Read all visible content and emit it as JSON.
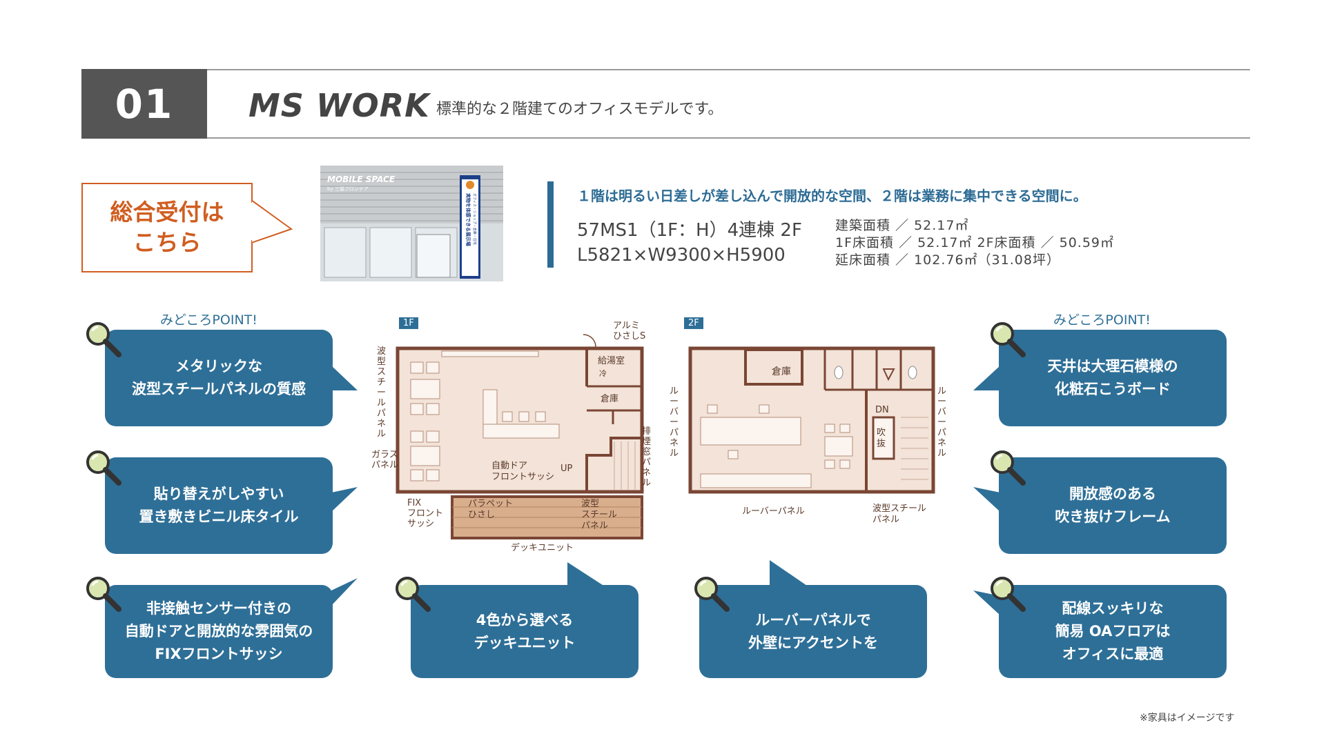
{
  "header": {
    "number": "01",
    "model_name": "MS WORK",
    "description": "標準的な２階建てのオフィスモデルです。"
  },
  "reception": {
    "line1": "総合受付は",
    "line2": "こちら",
    "color": "#d05d20"
  },
  "photo": {
    "sign_text": "MOBILE SPACE",
    "sign_sub": "by 三協フロンテア",
    "banner_text": "実物を体感できる展示場",
    "banner_sub": "オフィス・ショップ・倉庫・住宅"
  },
  "spec": {
    "lead": "１階は明るい日差しが差し込んで開放的な空間、２階は業務に集中できる空間に。",
    "model_line1": "57MS1（1F：H）4連棟 2F",
    "model_line2": "L5821×W9300×H5900",
    "area1": "建築面積 ／ 52.17㎡",
    "area2": "1F床面積 ／ 52.17㎡  2F床面積 ／ 50.59㎡",
    "area3": "延床面積 ／ 102.76㎡（31.08坪）"
  },
  "points": {
    "left_label": "みどころPOINT!",
    "right_label": "みどころPOINT!",
    "p1": [
      "メタリックな",
      "波型スチールパネルの質感"
    ],
    "p2": [
      "貼り替えがしやすい",
      "置き敷きビニル床タイル"
    ],
    "p3": [
      "非接触センサー付きの",
      "自動ドアと開放的な雰囲気の",
      "FIXフロントサッシ"
    ],
    "p4": [
      "4色から選べる",
      "デッキユニット"
    ],
    "p5": [
      "ルーバーパネルで",
      "外壁にアクセントを"
    ],
    "p6": [
      "天井は大理石模様の",
      "化粧石こうボード"
    ],
    "p7": [
      "開放感のある",
      "吹き抜けフレーム"
    ],
    "p8": [
      "配線スッキリな",
      "簡易 OAフロアは",
      "オフィスに最適"
    ]
  },
  "floorplan1": {
    "badge": "1F",
    "aluminum": [
      "アルミ",
      "ひさしS"
    ],
    "kitchen": "給湯室",
    "fridge": "冷",
    "storage": "倉庫",
    "wave_panel_v": "波型スチールパネル",
    "glass_panel": [
      "ガラス",
      "パネル"
    ],
    "exhaust": "排煙窓パネル",
    "auto_door": [
      "自動ドア",
      "フロントサッシ"
    ],
    "up": "UP",
    "fix_sash": [
      "FIX",
      "フロント",
      "サッシ"
    ],
    "parapet": [
      "パラペット",
      "ひさし"
    ],
    "wave_panel_h": [
      "波型",
      "スチール",
      "パネル"
    ],
    "deck": "デッキユニット"
  },
  "floorplan2": {
    "badge": "2F",
    "storage": "倉庫",
    "dn": "DN",
    "void": [
      "吹",
      "抜"
    ],
    "louver_left": "ルーバーパネル",
    "louver_right": "ルーバーパネル",
    "louver_bottom": "ルーバーパネル",
    "wave_panel": [
      "波型スチール",
      "パネル"
    ]
  },
  "footnote": "※家具はイメージです",
  "colors": {
    "accent_blue": "#2e6f97",
    "wall_brown": "#7a4634",
    "floor_tan": "#f3e3d9"
  }
}
